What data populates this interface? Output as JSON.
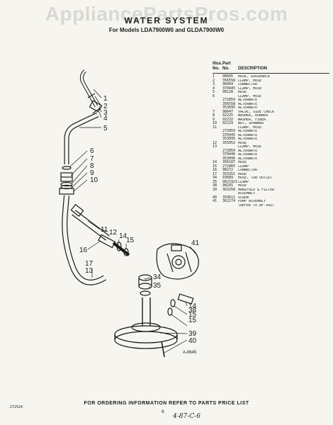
{
  "watermark": "AppliancePartsPros.com",
  "title": "WATER SYSTEM",
  "models": "For Models LDA7900W0 and GLDA7900W0",
  "table": {
    "head1": [
      "Illus.",
      "Part",
      ""
    ],
    "head2": [
      "No.",
      "No.",
      "DESCRIPTION"
    ],
    "rows": [
      [
        "1",
        "98685",
        "HOSE, GOOSENECK"
      ],
      [
        "2",
        "356558",
        "CLAMP, HOSE"
      ],
      [
        "3",
        "98464",
        "CONNECTOR"
      ],
      [
        "4",
        "370445",
        "CLAMP, HOSE"
      ],
      [
        "5",
        "98128",
        "HOSE"
      ],
      [
        "6",
        "",
        "CLAMP, HOSE"
      ],
      [
        "",
        "272859",
        "ALTERNATE"
      ],
      [
        "",
        "356558",
        "ALTERNATE"
      ],
      [
        "",
        "353095",
        "ALTERNATE"
      ],
      [
        "7",
        "98647",
        "VALVE, SIDE CHECK"
      ],
      [
        "8",
        "92225",
        "WASHER, RUBBER"
      ],
      [
        "9",
        "92232",
        "WASHER, FIBER"
      ],
      [
        "10",
        "92229",
        "NUT, SPANNER"
      ],
      [
        "11",
        "",
        "CLAMP, HOSE"
      ],
      [
        "",
        "272859",
        "ALTERNATE"
      ],
      [
        "",
        "370445",
        "ALTERNATE"
      ],
      [
        "",
        "353095",
        "ALTERNATE"
      ],
      [
        "12",
        "355052",
        "HOSE"
      ],
      [
        "13",
        "",
        "CLAMP, HOSE"
      ],
      [
        "",
        "272859",
        "ALTERNATE"
      ],
      [
        "",
        "370446",
        "ALTERNATE"
      ],
      [
        "",
        "353096",
        "ALTERNATE"
      ],
      [
        "14",
        "356187",
        "HOSE"
      ],
      [
        "15",
        "272865",
        "CLAMP"
      ],
      [
        "16",
        "98272",
        "CONNECTOR"
      ],
      [
        "17",
        "353351",
        "HOSE"
      ],
      [
        "34",
        "93689",
        "HOSE, TUB OUTLET"
      ],
      [
        "35",
        "9621921",
        "CLAMP"
      ],
      [
        "",
        "",
        ""
      ],
      [
        "38",
        "98291",
        "HOSE"
      ],
      [
        "39",
        "363258",
        "MANIFOLD & FILTER"
      ],
      [
        "",
        "",
        "ASSEMBLY"
      ],
      [
        "40",
        "359611",
        "SCREW"
      ],
      [
        "41",
        "362174",
        "PUMP ASSEMBLY"
      ],
      [
        "",
        "",
        "(REFER TO BF-342)"
      ]
    ]
  },
  "callouts": [
    "1",
    "2",
    "3",
    "4",
    "5",
    "6",
    "7",
    "8",
    "9",
    "10",
    "11",
    "12",
    "14",
    "15",
    "16",
    "17",
    "13",
    "34",
    "35",
    "41",
    "14",
    "15",
    "38",
    "15",
    "39",
    "40"
  ],
  "art_number": "A-8645",
  "footer": "FOR ORDERING INFORMATION REFER TO PARTS PRICE LIST",
  "doc_number": "272524",
  "page_number": "6",
  "handwritten": "4-87-C-6"
}
